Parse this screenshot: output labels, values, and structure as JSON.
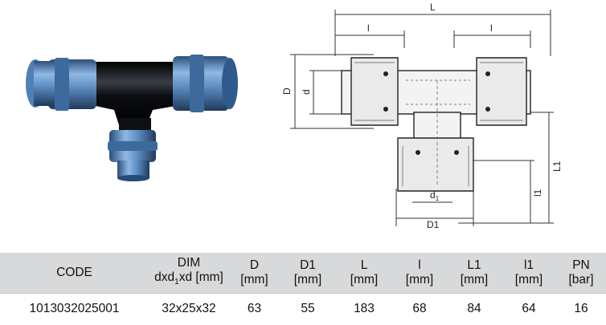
{
  "drawing": {
    "label_L": "L",
    "label_l_left": "l",
    "label_l_right": "l",
    "label_D": "D",
    "label_d": "d",
    "label_L1": "L1",
    "label_l1": "l1",
    "label_d1": "d",
    "label_d1_sub": "1",
    "label_D1": "D1"
  },
  "table": {
    "headers": [
      {
        "line1": "CODE",
        "line2": ""
      },
      {
        "line1": "DIM",
        "line2_pre": "dxd",
        "line2_sub": "1",
        "line2_post": "xd [mm]"
      },
      {
        "line1": "D",
        "line2": "[mm]"
      },
      {
        "line1": "D1",
        "line2": "[mm]"
      },
      {
        "line1": "L",
        "line2": "[mm]"
      },
      {
        "line1": "l",
        "line2": "[mm]"
      },
      {
        "line1": "L1",
        "line2": "[mm]"
      },
      {
        "line1": "l1",
        "line2": "[mm]"
      },
      {
        "line1": "PN",
        "line2": "[bar]"
      }
    ],
    "rows": [
      [
        "1013032025001",
        "32x25x32",
        "63",
        "55",
        "183",
        "68",
        "84",
        "64",
        "16"
      ]
    ]
  },
  "colors": {
    "fitting_blue": "#6f9fd0",
    "fitting_black": "#101418",
    "table_header_bg": "#d8d9da"
  }
}
